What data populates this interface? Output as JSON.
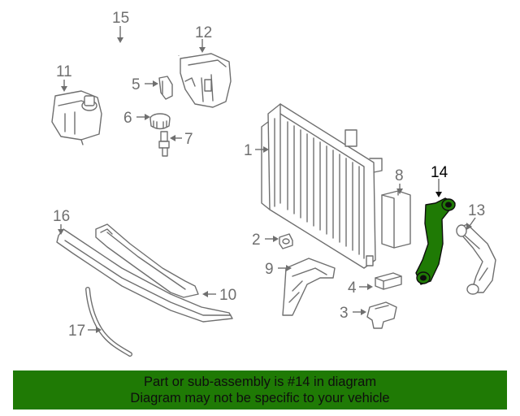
{
  "diagram": {
    "callouts": [
      {
        "id": "1",
        "label": "1"
      },
      {
        "id": "2",
        "label": "2"
      },
      {
        "id": "3",
        "label": "3"
      },
      {
        "id": "4",
        "label": "4"
      },
      {
        "id": "5",
        "label": "5"
      },
      {
        "id": "6",
        "label": "6"
      },
      {
        "id": "7",
        "label": "7"
      },
      {
        "id": "8",
        "label": "8"
      },
      {
        "id": "9",
        "label": "9"
      },
      {
        "id": "10",
        "label": "10"
      },
      {
        "id": "11",
        "label": "11"
      },
      {
        "id": "12",
        "label": "12"
      },
      {
        "id": "13",
        "label": "13"
      },
      {
        "id": "14",
        "label": "14"
      },
      {
        "id": "15",
        "label": "15"
      },
      {
        "id": "16",
        "label": "16"
      },
      {
        "id": "17",
        "label": "17"
      }
    ],
    "highlighted_part": "14",
    "colors": {
      "line": "#6f6f6f",
      "highlight": "#1f7a05",
      "banner": "#1f7a05",
      "text": "#0e0e0e"
    }
  },
  "banner": {
    "line1": "Part or sub-assembly is #14 in diagram",
    "line2": "Diagram may not be specific to your vehicle"
  }
}
